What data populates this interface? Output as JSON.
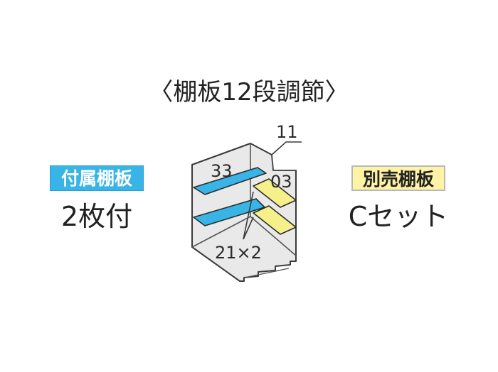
{
  "title": "〈棚板12段調節〉",
  "included_shelf": {
    "badge": "付属棚板",
    "quantity": "2枚付",
    "color": "#38b4e6"
  },
  "sold_separately_shelf": {
    "badge": "別売棚板",
    "quantity": "Cセット",
    "color": "#fff3a6"
  },
  "diagram": {
    "labels": {
      "top_right": "11",
      "upper_left": "33",
      "upper_right": "03",
      "bottom": "21×2"
    },
    "colors": {
      "included_shelf": "#38b4e6",
      "optional_shelf": "#f6f08a",
      "cabinet_fill": "#e9e9e9",
      "outline": "#3a3a3a"
    }
  }
}
